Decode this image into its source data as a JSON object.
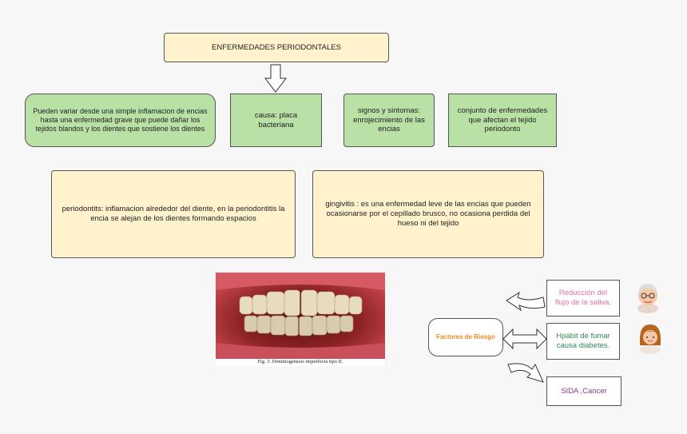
{
  "title": "ENFERMEDADES PERIODONTALES",
  "green_boxes": [
    "Pueden variar desde una simple inflamacion de encias hasta una enfermedad grave que puede dañar los tejidos blandos y los dientes que sostiene los dientes",
    "causa: placa bacteriana",
    "signos y sintomas: enrojecimiento de las encias",
    "conjunto de enfermedades que afectan el tejido periodonto"
  ],
  "yellow_boxes": [
    "periodontits: inflamacion alrededor del diente, en la periodontitis la encia se alejan de los dientes formando espacios",
    "gingivitis : es una enfermedad leve de las encias que pueden ocasionarse por el cepillado brusco, no ocasiona perdida del hueso ni del tejido"
  ],
  "photo": {
    "caption": "Fig. 3. Dentinogénesis imperfecta tipo II.",
    "icon": "teeth-photo"
  },
  "risk": {
    "center": "Factores de Riesgo",
    "items": [
      {
        "text": "Reducción del flujo de la saliva.",
        "color": "#e86fa0"
      },
      {
        "text": "Hpábit de fumar causa diabetes.",
        "color": "#2e8b57"
      },
      {
        "text": "SIDA ,Cancer",
        "color": "#8b3a8b"
      }
    ],
    "center_color": "#f08a24",
    "avatars": [
      "elderly-person-icon",
      "woman-icon"
    ]
  }
}
